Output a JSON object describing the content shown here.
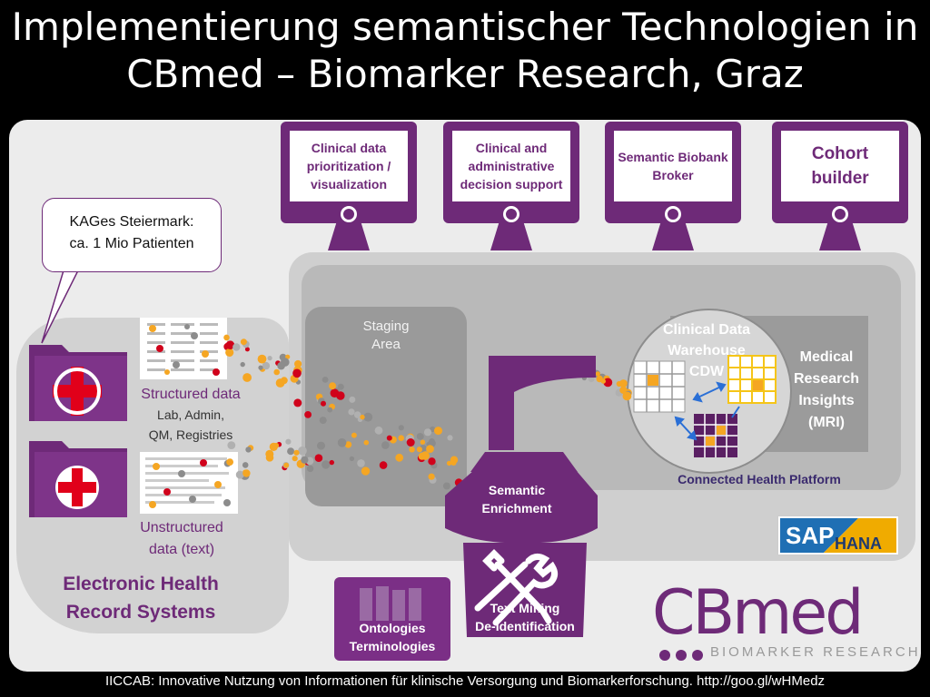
{
  "title": {
    "line1": "Implementierung semantischer Technologien in",
    "line2": "CBmed – Biomarker Research, Graz"
  },
  "monitors": [
    {
      "label": "Clinical data prioritization / visualization"
    },
    {
      "label": "Clinical and administrative decision support"
    },
    {
      "label": "Semantic Biobank Broker"
    },
    {
      "label": "Cohort builder"
    }
  ],
  "bubble": {
    "line1": "KAGes Steiermark:",
    "line2": "ca. 1 Mio Patienten"
  },
  "ehr": {
    "structured": "Structured data",
    "structured_sub1": "Lab, Admin,",
    "structured_sub2": "QM, Registries",
    "unstructured1": "Unstructured",
    "unstructured2": "data (text)",
    "title1": "Electronic Health",
    "title2": "Record Systems"
  },
  "platform": {
    "staging1": "Staging",
    "staging2": "Area",
    "cdw1": "Clinical Data",
    "cdw2": "Warehouse",
    "cdw3": "CDW",
    "mri1": "Medical",
    "mri2": "Research",
    "mri3": "Insights",
    "mri4": "(MRI)",
    "chp": "Connected Health Platform"
  },
  "semantic": {
    "line1": "Semantic",
    "line2": "Enrichment"
  },
  "textmining": {
    "line1": "Text Mining",
    "line2": "De-Identification"
  },
  "ontologies": {
    "line1": "Ontologies",
    "line2": "Terminologies"
  },
  "sap": {
    "sap": "SAP",
    "hana": "HANA"
  },
  "logo": {
    "main": "CBmed",
    "sub": "BIOMARKER RESEARCH"
  },
  "footer": "IICCAB: Innovative Nutzung von Informationen für klinische Versorgung und Biomarkerforschung. http://goo.gl/wHMedz",
  "colors": {
    "purple": "#6e2a78",
    "orange": "#f5a623",
    "red": "#d0021b",
    "grey": "#8c8c8c",
    "navy": "#3a2a6e"
  }
}
